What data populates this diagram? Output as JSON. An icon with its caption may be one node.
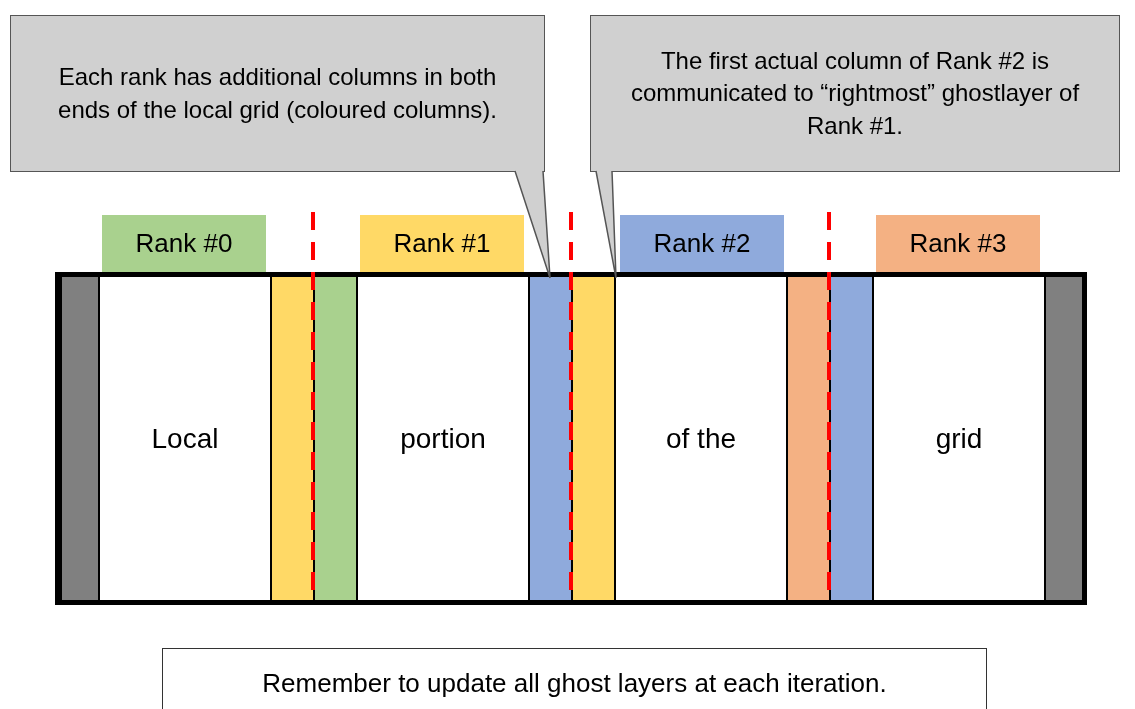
{
  "diagram": {
    "nodes": [
      {
        "text": [
          "Each rank has additional columns in both ends of the local grid (coloured columns)."
        ]
      },
      {
        "text": [
          "The first actual column of Rank #2 is communicated to “rightmost” ghostlayer of Rank #1."
        ]
      },
      {
        "text": [
          "Rank #0"
        ]
      },
      {
        "text": [
          "Rank #1"
        ]
      },
      {
        "text": [
          "Rank #2"
        ]
      },
      {
        "text": [
          "Rank #3"
        ]
      },
      {
        "text": [],
        "shape": "box"
      },
      {
        "text": [],
        "shape": "bar",
        "in": 6
      },
      {
        "text": [
          "Local"
        ],
        "in": 6
      },
      {
        "text": [],
        "shape": "bar",
        "in": 6
      },
      {
        "text": [],
        "shape": "bar",
        "in": 6
      },
      {
        "text": [
          "portion"
        ],
        "in": 6
      },
      {
        "text": [],
        "shape": "bar",
        "in": 6
      },
      {
        "text": [],
        "shape": "bar",
        "in": 6
      },
      {
        "text": [
          "of the"
        ],
        "in": 6
      },
      {
        "text": [],
        "shape": "bar",
        "in": 6
      },
      {
        "text": [],
        "shape": "bar",
        "in": 6
      },
      {
        "text": [
          "grid"
        ],
        "in": 6
      },
      {
        "text": [],
        "shape": "bar",
        "in": 6
      },
      {
        "text": [
          "Remember to update all ghost layers at each iteration."
        ]
      }
    ],
    "edges": [
      {
        "from": 0,
        "to": 12,
        "arrow": "none"
      },
      {
        "from": 1,
        "to": 14,
        "arrow": "none"
      }
    ]
  }
}
